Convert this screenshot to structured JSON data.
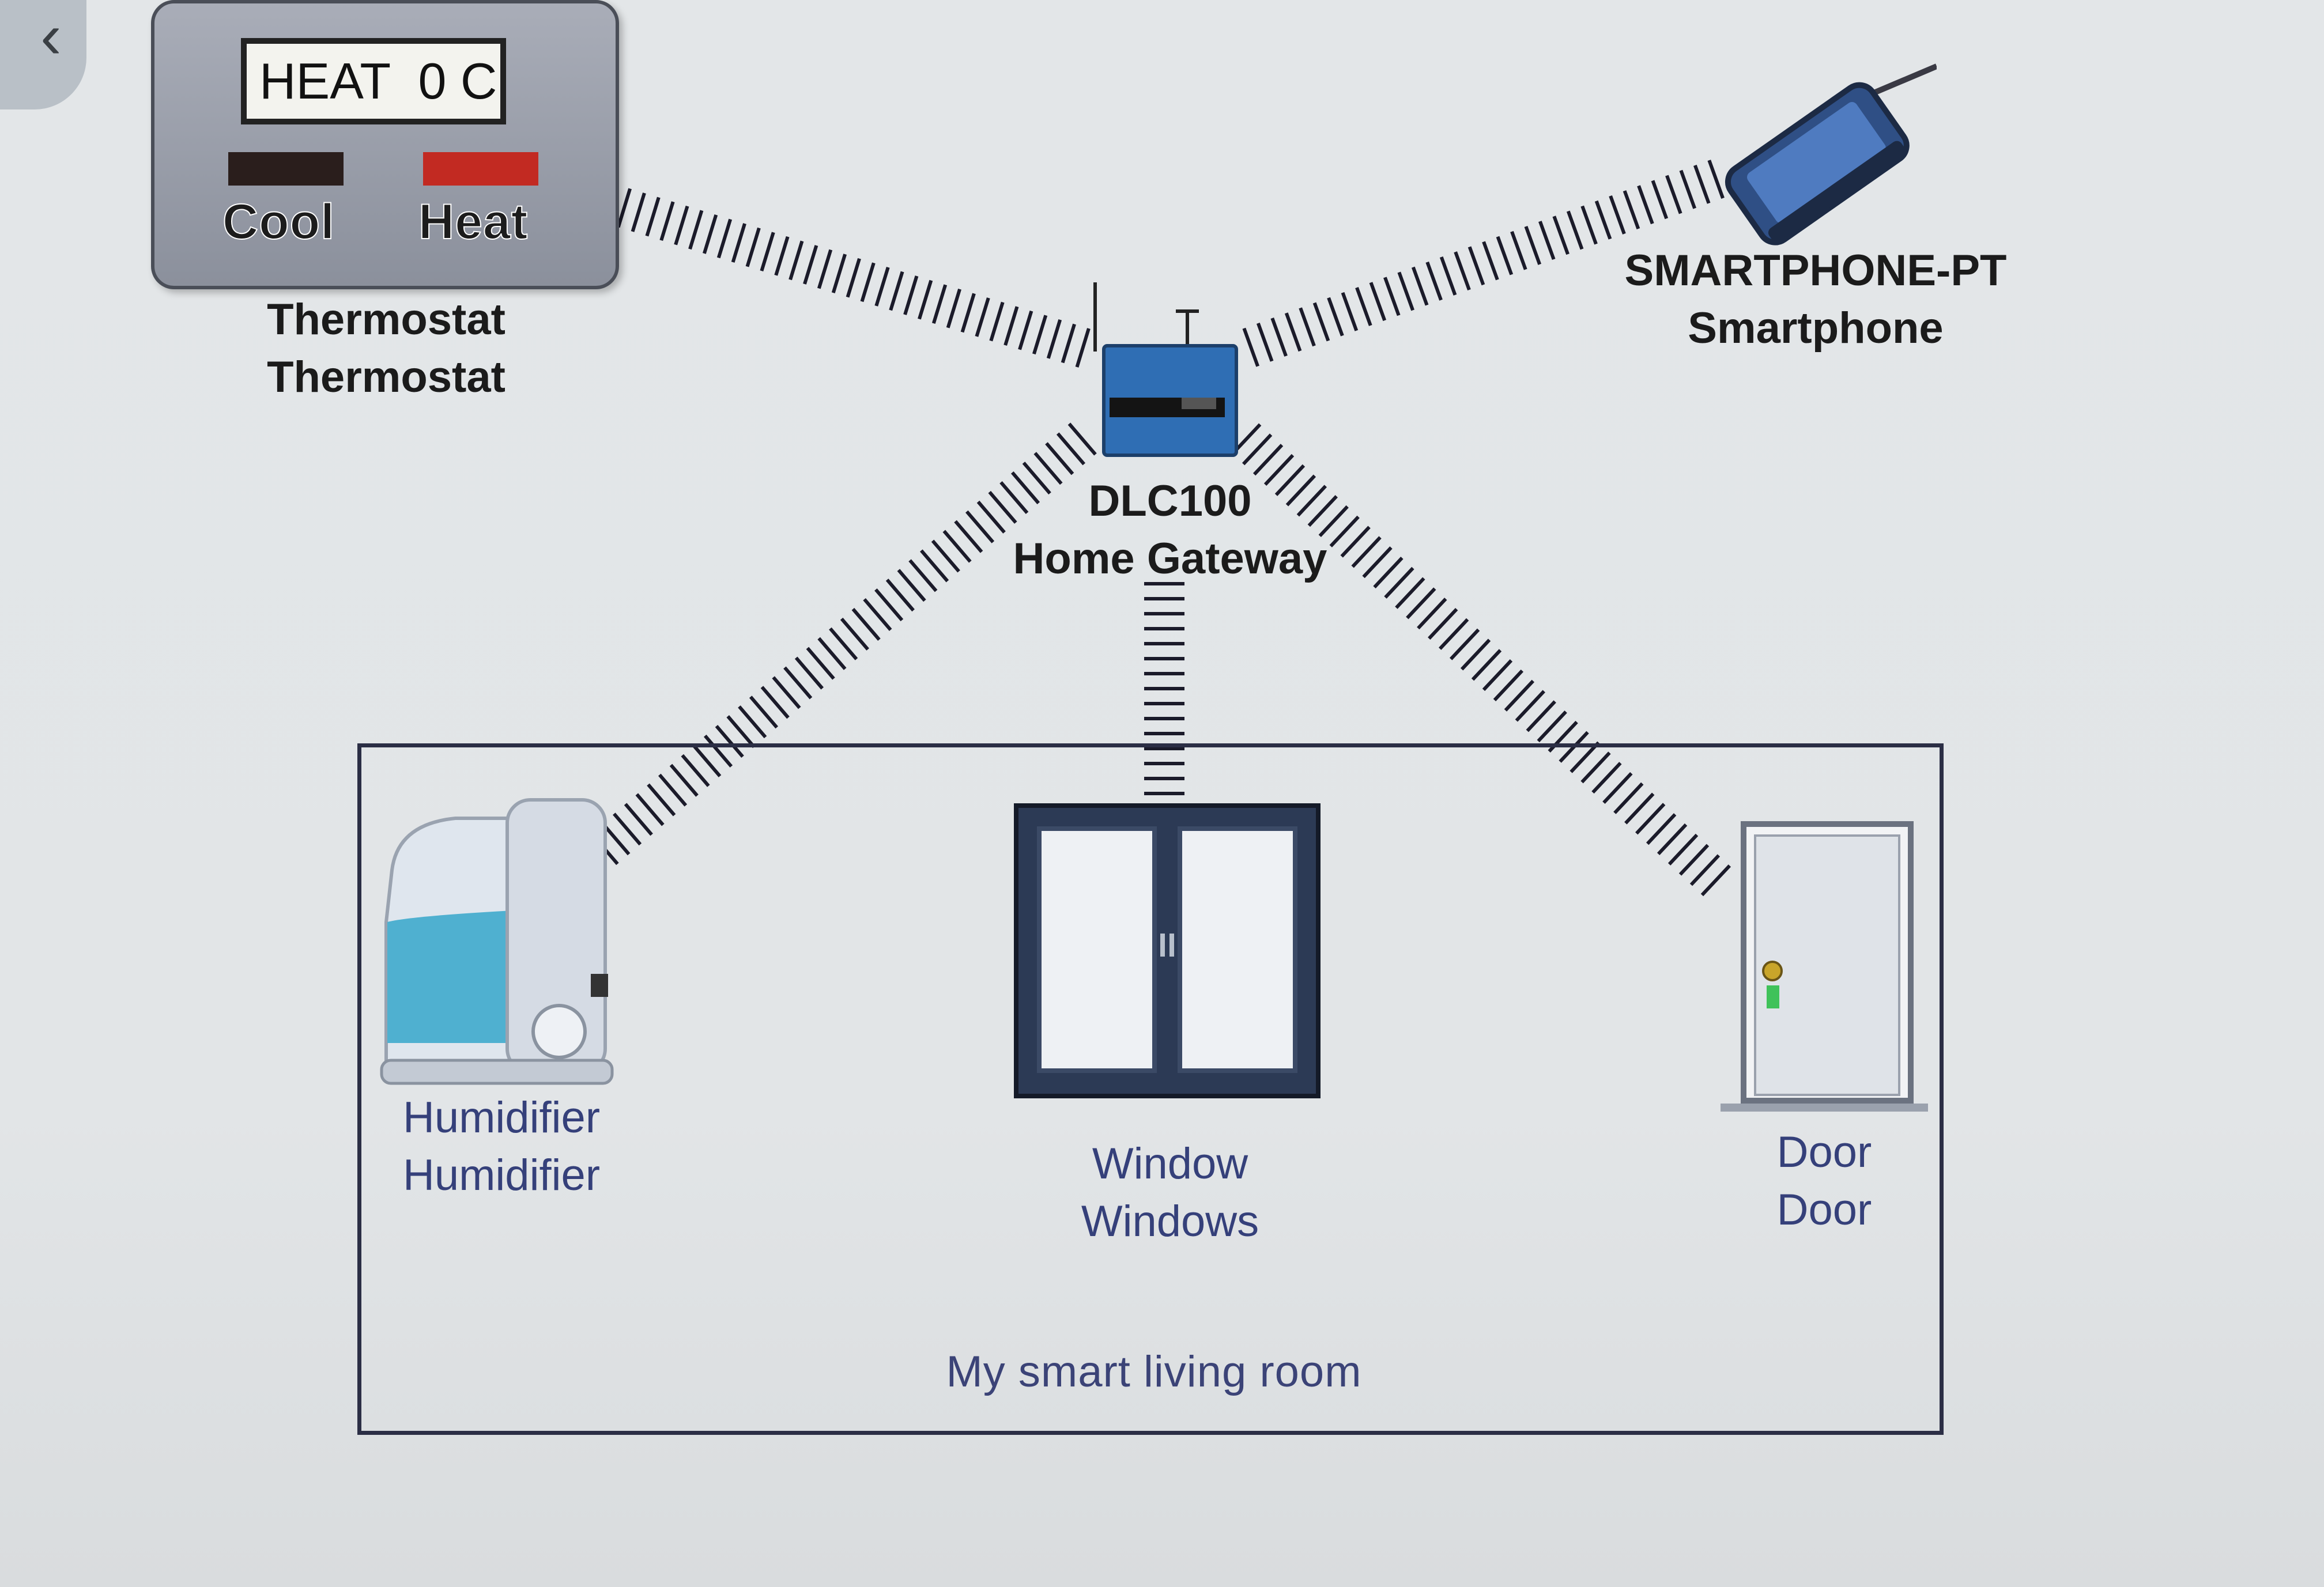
{
  "canvas": {
    "room_caption": "My smart living room"
  },
  "thermostat": {
    "display": "HEAT  0 C",
    "cool_label": "Cool",
    "heat_label": "Heat",
    "name": "Thermostat",
    "type": "Thermostat"
  },
  "smartphone": {
    "name": "SMARTPHONE-PT",
    "type": "Smartphone"
  },
  "gateway": {
    "name": "DLC100",
    "type": "Home Gateway"
  },
  "humidifier": {
    "name": "Humidifier",
    "type": "Humidifier"
  },
  "window": {
    "name": "Window",
    "type": "Windows"
  },
  "door": {
    "name": "Door",
    "type": "Door"
  },
  "icons": {
    "back": "chevron-left-icon",
    "link": "wireless-link"
  },
  "colors": {
    "canvas_bg": "#e2e5e7",
    "device_label_blue": "#35407a",
    "heat_led": "#c22a22",
    "gateway_blue": "#2f6eb4",
    "room_border": "#2b2e45"
  }
}
